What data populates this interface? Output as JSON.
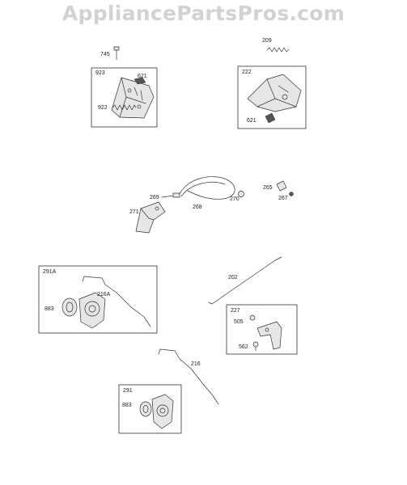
{
  "watermark": "AppliancePartsPros.com",
  "part_numbers": {
    "p745": "745",
    "p923": "923",
    "p621a": "621",
    "p922": "922",
    "p209": "209",
    "p222": "222",
    "p621b": "621",
    "p269": "269",
    "p268": "268",
    "p270": "270",
    "p265": "265",
    "p267": "267",
    "p271": "271",
    "p291A": "291A",
    "p883a": "883",
    "p216A": "216A",
    "p202": "202",
    "p227": "227",
    "p505": "505",
    "p562": "562",
    "p216": "216",
    "p291": "291",
    "p883b": "883"
  }
}
